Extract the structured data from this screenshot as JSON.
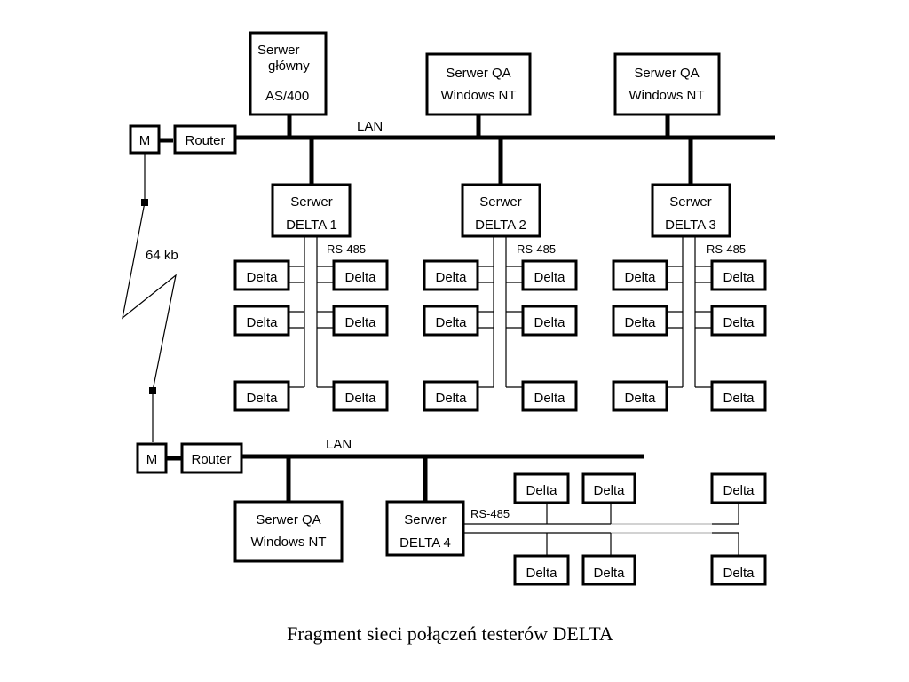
{
  "caption": "Fragment sieci połączeń testerów DELTA",
  "labels": {
    "lan_top": "LAN",
    "lan_bottom": "LAN",
    "link_speed": "64 kb",
    "rs485": "RS-485"
  },
  "modem_label": "M",
  "router_label": "Router",
  "main_server": [
    "Serwer",
    "główny",
    "AS/400"
  ],
  "qa_server": [
    "Serwer QA",
    "Windows NT"
  ],
  "delta_servers": [
    [
      "Serwer",
      "DELTA 1"
    ],
    [
      "Serwer",
      "DELTA 2"
    ],
    [
      "Serwer",
      "DELTA 3"
    ],
    [
      "Serwer",
      "DELTA 4"
    ]
  ],
  "delta_label": "Delta"
}
